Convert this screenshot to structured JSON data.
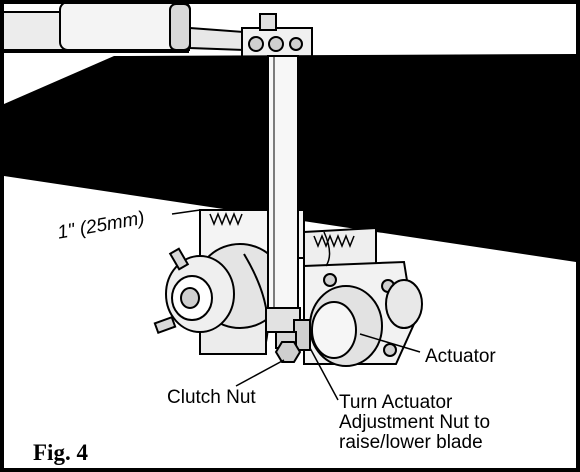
{
  "figure": {
    "caption": "Fig. 4",
    "measurement": "1\" (25mm)",
    "callouts": {
      "actuator": "Actuator",
      "clutch_nut": "Clutch Nut",
      "adjust_line1": "Turn Actuator",
      "adjust_line2": "Adjustment Nut to",
      "adjust_line3": "raise/lower blade"
    }
  },
  "colors": {
    "ink": "#000000",
    "paper": "#ffffff",
    "metal_light": "#e6e6e6",
    "metal_mid": "#bdbdbd"
  }
}
